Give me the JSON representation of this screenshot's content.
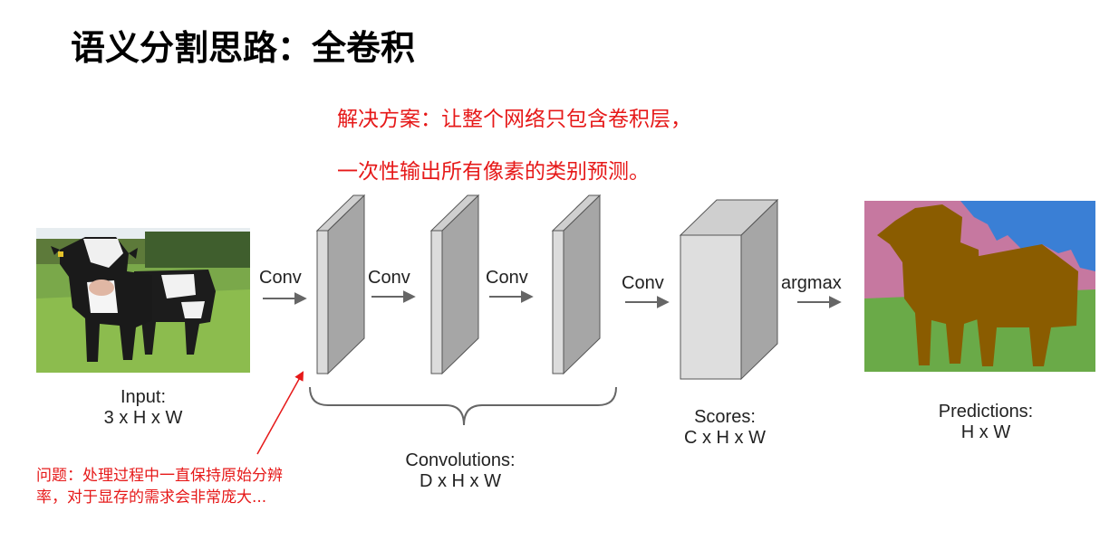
{
  "title": "语义分割思路：全卷积",
  "solution": {
    "line1": "解决方案：让整个网络只包含卷积层，",
    "line2": "一次性输出所有像素的类别预测。"
  },
  "input": {
    "label": "Input:",
    "dims": "3 x H x W"
  },
  "conv_labels": [
    "Conv",
    "Conv",
    "Conv",
    "Conv"
  ],
  "argmax_label": "argmax",
  "convolutions": {
    "label": "Convolutions:",
    "dims": "D x H x W"
  },
  "scores": {
    "label": "Scores:",
    "dims": "C x H x W"
  },
  "predictions": {
    "label": "Predictions:",
    "dims": "H x W"
  },
  "problem_note": "问题：处理过程中一直保持原始分辨率，对于显存的需求会非常庞大...",
  "colors": {
    "red": "#e61919",
    "sky": "#3a7fd5",
    "background_class": "#c678a0",
    "grass": "#6aaa48",
    "cow": "#8a5c00",
    "layer_face": "#a6a6a6",
    "layer_side": "#c8c8c8"
  }
}
